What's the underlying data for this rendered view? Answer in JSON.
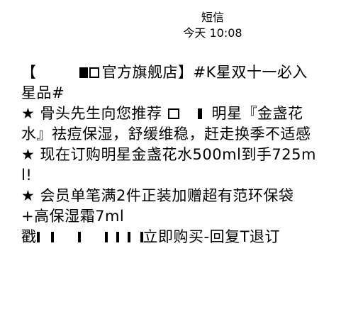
{
  "header": {
    "title": "短信",
    "time": "今天 10:08"
  },
  "message": {
    "line1_a": "【",
    "line1_b": "官方旗舰店】#K星双十一必入星品#",
    "line2_a": "★ 骨头先生向您推荐",
    "line2_b": "明星『金盏花水』祛痘保湿，舒缓维稳，赶走换季不适感",
    "line3": "★ 现在订购明星金盏花水500ml到手725ml!",
    "line4": "★ 会员单笔满2件正装加赠超有范环保袋+高保湿霜7ml",
    "line5_a": "戳",
    "line5_b": "立即购买-回复T退订"
  }
}
